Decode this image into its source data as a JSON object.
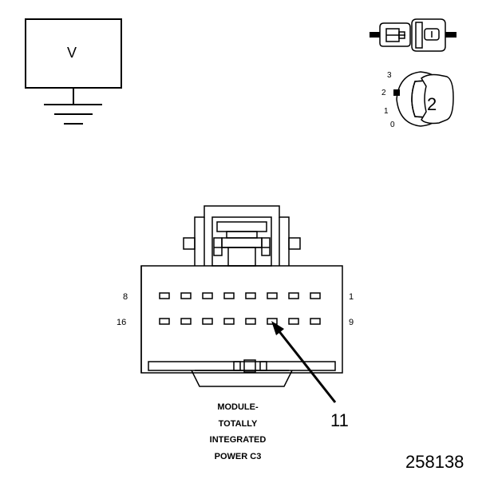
{
  "voltmeter": {
    "label": "V"
  },
  "switch": {
    "positions": [
      "3",
      "2",
      "1",
      "0"
    ],
    "selected": "2"
  },
  "connector": {
    "pin_label_top_left": "8",
    "pin_label_top_right": "1",
    "pin_label_bottom_left": "16",
    "pin_label_bottom_right": "9",
    "callout": "11",
    "caption": [
      "MODULE-",
      "TOTALLY",
      "INTEGRATED",
      "POWER C3"
    ]
  },
  "figure_id": "258138"
}
